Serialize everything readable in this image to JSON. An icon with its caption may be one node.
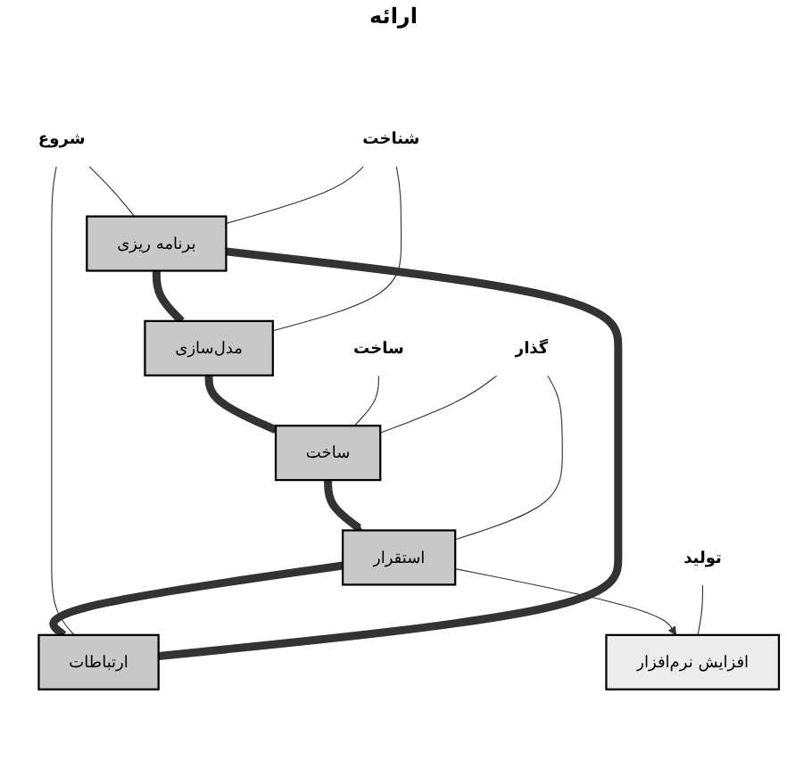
{
  "diagram": {
    "nodes": [
      {
        "text": [
          "شروع"
        ]
      },
      {
        "text": [
          "شناخت"
        ]
      },
      {
        "text": [
          "برنامه ریزی"
        ]
      },
      {
        "text": [
          "مدل‌سازی"
        ]
      },
      {
        "text": [
          "ارتباطات"
        ]
      },
      {
        "text": [
          "ساخت"
        ]
      },
      {
        "text": [
          "استقرار"
        ]
      },
      {
        "text": [
          "ساخت"
        ]
      },
      {
        "text": [
          "گذار"
        ]
      },
      {
        "text": [
          "افزایش نرم‌افزار"
        ]
      },
      {
        "text": [
          "تولید"
        ]
      }
    ],
    "edges": [
      {
        "from": 4,
        "to": 2,
        "arrow": "none",
        "style": "thick"
      },
      {
        "from": 2,
        "to": 3,
        "arrow": "none",
        "style": "thick"
      },
      {
        "from": 3,
        "to": 5,
        "arrow": "none",
        "style": "thick"
      },
      {
        "from": 5,
        "to": 6,
        "arrow": "to",
        "style": "thick"
      },
      {
        "from": 6,
        "to": 4,
        "arrow": "none",
        "style": "thick"
      },
      {
        "from": 6,
        "to": 9,
        "arrow": "to"
      },
      {
        "from": 0,
        "to": 2,
        "arrow": "none"
      },
      {
        "from": 0,
        "to": 4,
        "arrow": "none"
      },
      {
        "from": 1,
        "to": 2,
        "arrow": "none"
      },
      {
        "from": 1,
        "to": 3,
        "arrow": "none"
      },
      {
        "from": 7,
        "to": 5,
        "arrow": "none"
      },
      {
        "from": 8,
        "to": 5,
        "arrow": "none"
      },
      {
        "from": 8,
        "to": 6,
        "arrow": "none"
      },
      {
        "from": 10,
        "to": 9,
        "arrow": "none"
      }
    ],
    "labels": [
      "ارائه"
    ]
  }
}
